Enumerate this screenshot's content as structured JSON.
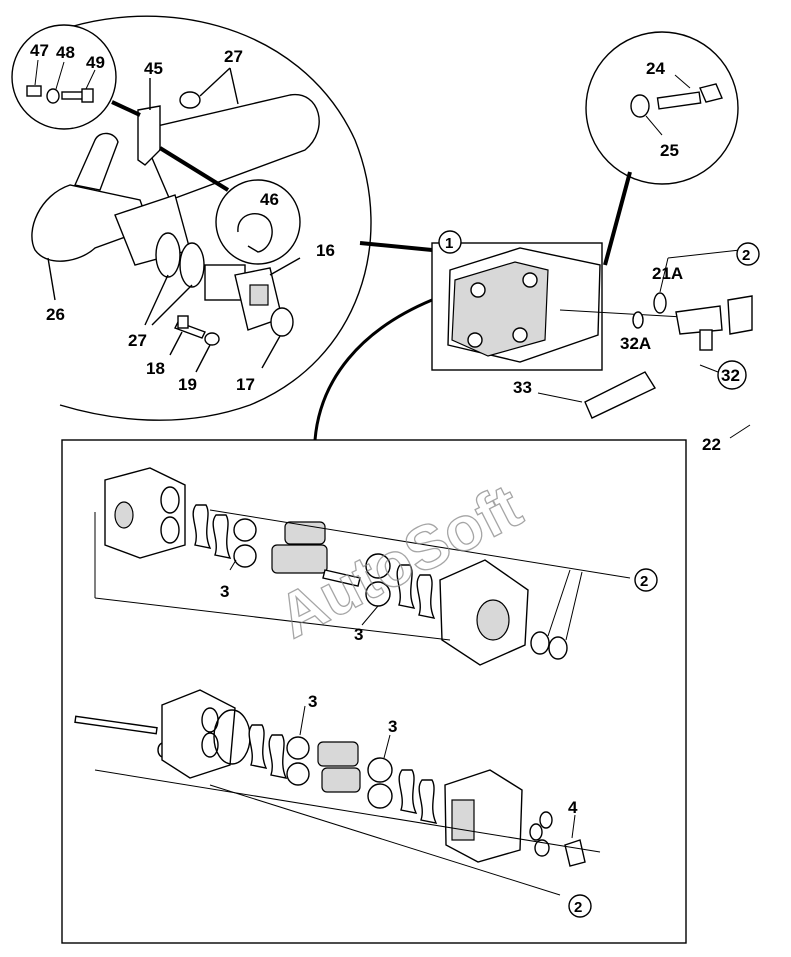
{
  "watermark": "AutoSoft",
  "callouts": {
    "c47": "47",
    "c48": "48",
    "c49": "49",
    "c45": "45",
    "c27a": "27",
    "c46": "46",
    "c26": "26",
    "c27b": "27",
    "c16": "16",
    "c18": "18",
    "c19": "19",
    "c17": "17",
    "c24": "24",
    "c25": "25",
    "c1": "1",
    "c2a": "2",
    "c21a": "21A",
    "c32a": "32A",
    "c32": "32",
    "c33": "33",
    "c22": "22",
    "c3a": "3",
    "c3b": "3",
    "c2b": "2",
    "c3c": "3",
    "c3d": "3",
    "c4": "4",
    "c2c": "2"
  }
}
